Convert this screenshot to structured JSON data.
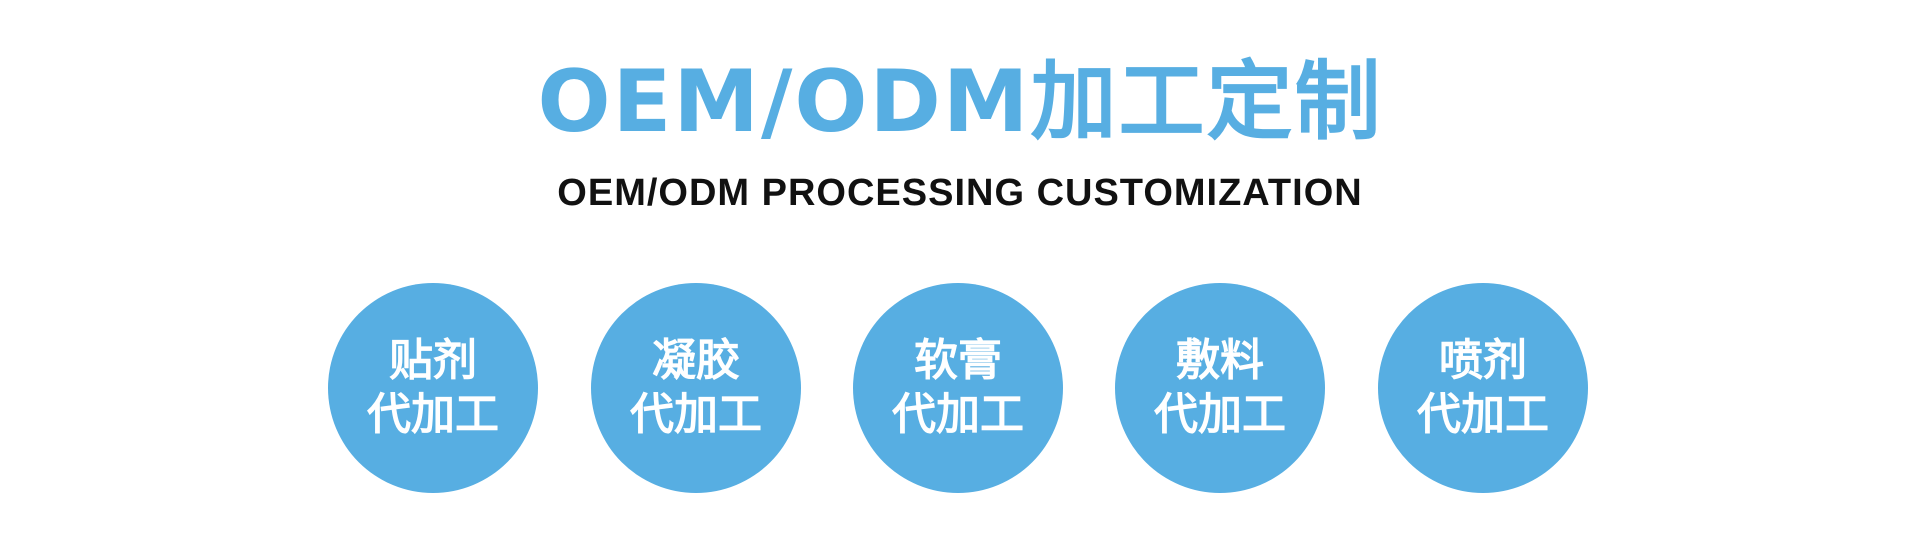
{
  "header": {
    "title": "OEM/ODM加工定制",
    "subtitle": "OEM/ODM PROCESSING CUSTOMIZATION"
  },
  "services": [
    {
      "name": "贴剂",
      "suffix": "代加工"
    },
    {
      "name": "凝胶",
      "suffix": "代加工"
    },
    {
      "name": "软膏",
      "suffix": "代加工"
    },
    {
      "name": "敷料",
      "suffix": "代加工"
    },
    {
      "name": "喷剂",
      "suffix": "代加工"
    }
  ],
  "colors": {
    "accent": "#57aee2",
    "text": "#111111"
  }
}
